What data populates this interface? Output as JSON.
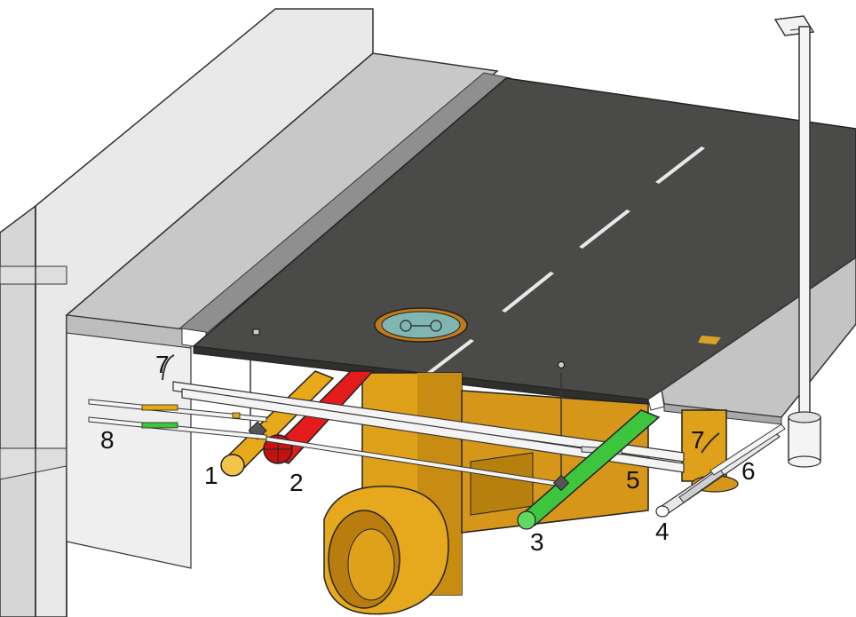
{
  "labels": [
    "1",
    "2",
    "3",
    "4",
    "5",
    "6",
    "7",
    "7",
    "8"
  ],
  "colors": {
    "concrete": "#e6e6e6",
    "concrete_dark": "#b9b9b9",
    "curb": "#8d8d8d",
    "asphalt": "#4a4a48",
    "asphalt_edge": "#3a3a38",
    "pipe_yellow": "#e7a917",
    "pipe_red": "#e31b1b",
    "pipe_green": "#3ec53e",
    "pipe_white": "#f4f4f4",
    "manhole_teal": "#7fb6b2"
  }
}
